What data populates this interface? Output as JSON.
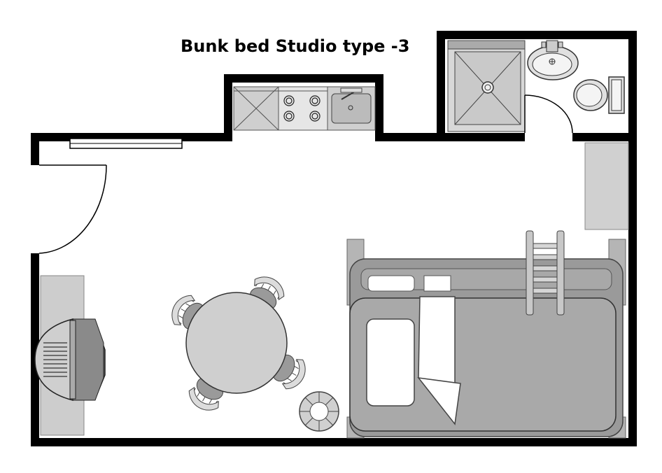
{
  "title": "Bunk bed Studio type -3",
  "colors": {
    "wall": "#000000",
    "furniture_fill": "#bdbdbd",
    "furniture_dark": "#8c8c8c",
    "floor": "#ffffff",
    "outline": "#333333"
  },
  "fixtures": [
    "entry-door",
    "window",
    "kitchen-counter",
    "stove",
    "kitchen-sink",
    "shower",
    "bathroom-sink",
    "toilet",
    "bathroom-door",
    "side-cabinet",
    "bunk-bed",
    "ladder",
    "dining-table",
    "chair",
    "stool",
    "desk",
    "tv"
  ]
}
